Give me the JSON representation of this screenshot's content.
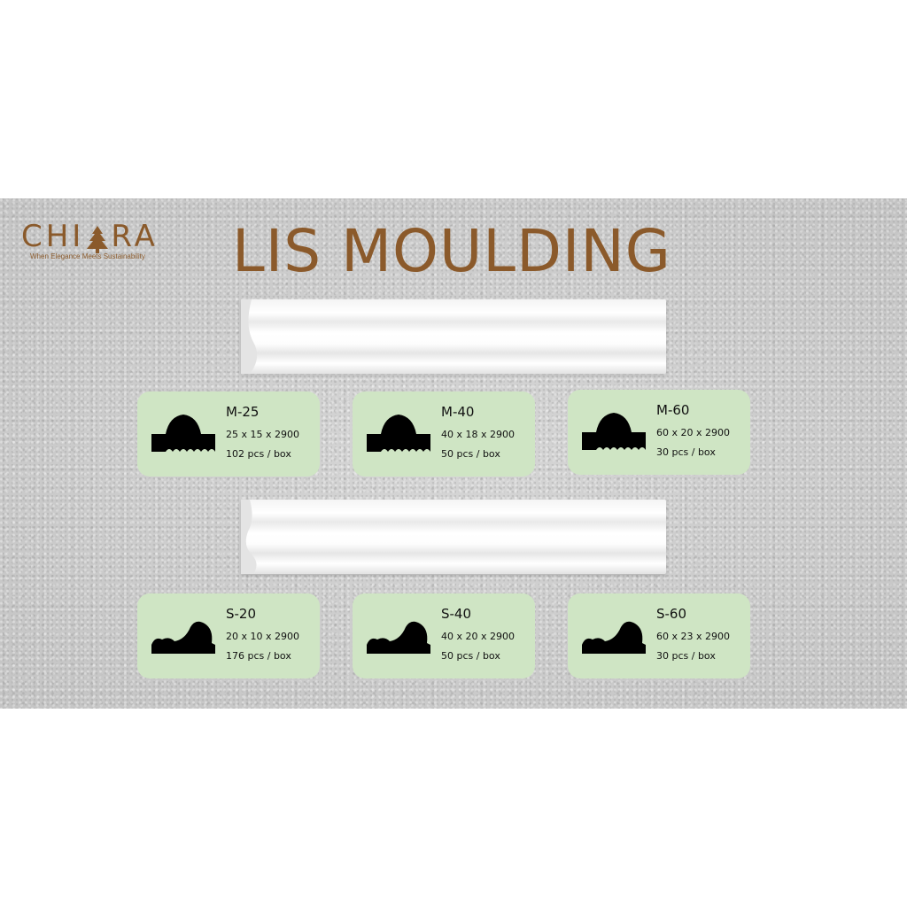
{
  "brand": {
    "name_left": "CHI",
    "name_right": "RA",
    "tagline": "When Elegance Meets Sustainability",
    "color": "#8a5a2b",
    "icon": "tree-icon"
  },
  "title": "LIS MOULDING",
  "products_m": [
    {
      "code": "M-25",
      "dims": "25 x 15 x 2900",
      "qty": "102 pcs / box"
    },
    {
      "code": "M-40",
      "dims": "40 x 18 x 2900",
      "qty": "50 pcs / box"
    },
    {
      "code": "M-60",
      "dims": "60 x 20 x 2900",
      "qty": "30 pcs / box"
    }
  ],
  "products_s": [
    {
      "code": "S-20",
      "dims": "20 x 10 x 2900",
      "qty": "176 pcs / box"
    },
    {
      "code": "S-40",
      "dims": "40 x 20 x 2900",
      "qty": "50 pcs / box"
    },
    {
      "code": "S-60",
      "dims": "60 x 23 x 2900",
      "qty": "30 pcs / box"
    }
  ],
  "colors": {
    "card": "#cfe5c4",
    "title": "#8b5a2b"
  }
}
